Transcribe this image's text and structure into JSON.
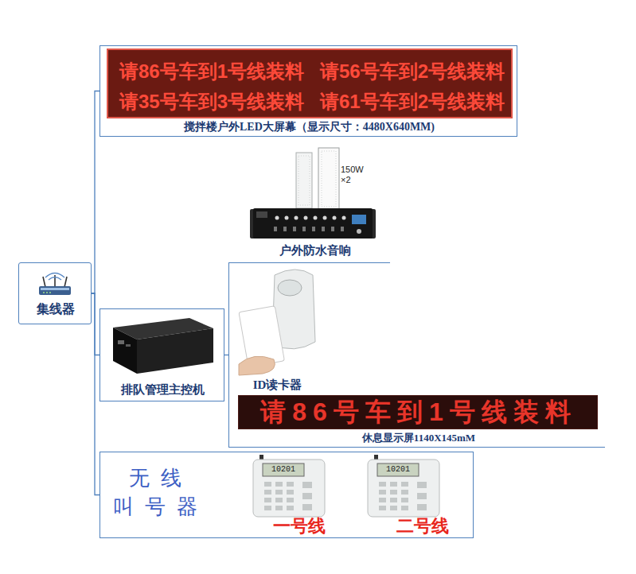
{
  "diagram": {
    "nodes": [
      {
        "text": [
          "集线器"
        ]
      },
      {
        "text": [
          "搅拌楼户外LED大屏幕（显示尺寸：4480X640MM)"
        ]
      },
      {
        "text": [
          "请86号车到1号线装料",
          "请56号车到2号线装料",
          "请35号车到3号线装料",
          "请61号车到2号线装料"
        ],
        "in": 1
      },
      {
        "text": [
          "排队管理主控机"
        ]
      },
      {
        "text": [
          "户外防水音响"
        ]
      },
      {
        "text": [
          "ID读卡器"
        ],
        "in": 4
      },
      {
        "text": [
          "请86号车到1号线装料",
          "休息显示屏1140X145mM"
        ],
        "in": 4
      },
      {
        "text": [
          "无线 叫号器",
          "一号线",
          "二号线"
        ]
      }
    ],
    "edges": [
      {
        "from": 0,
        "to": 1,
        "arrow": "none"
      },
      {
        "from": 0,
        "to": 3,
        "arrow": "none"
      },
      {
        "from": 0,
        "to": 7,
        "arrow": "none"
      },
      {
        "from": 3,
        "to": 4,
        "arrow": "none"
      }
    ],
    "labels": [
      "150W ×2",
      "10201",
      "10201"
    ]
  }
}
